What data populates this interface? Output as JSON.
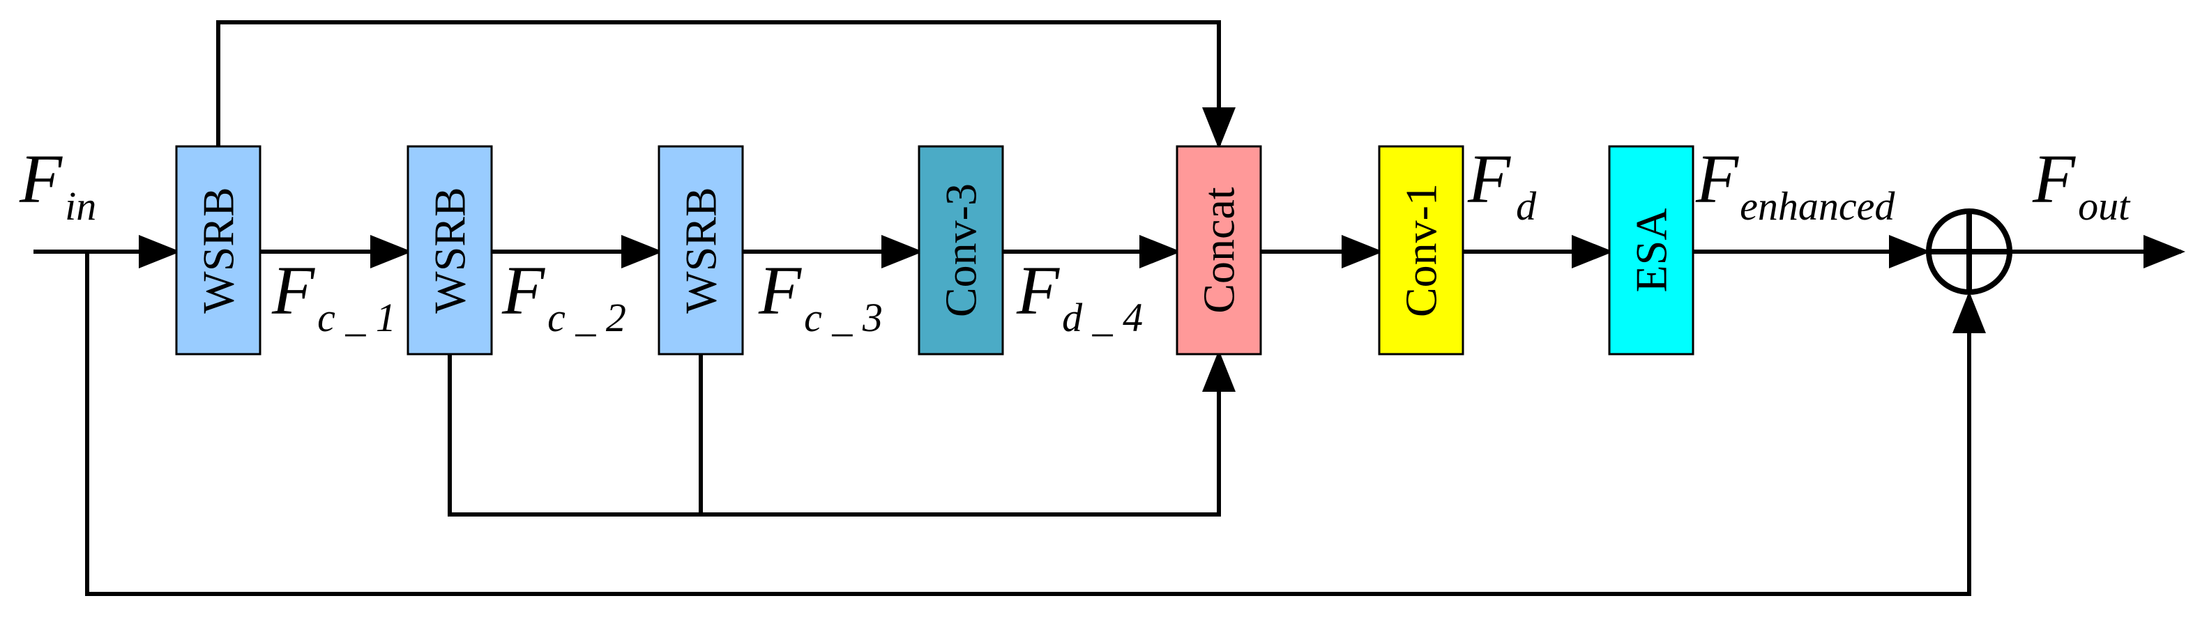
{
  "colors": {
    "wsrb": "#99ccff",
    "conv3": "#4babc6",
    "concat": "#ff9999",
    "conv1": "#ffff00",
    "esa": "#00ffff",
    "line": "#000000"
  },
  "blocks": {
    "wsrb1": "WSRB",
    "wsrb2": "WSRB",
    "wsrb3": "WSRB",
    "conv3": "Conv-3",
    "concat": "Concat",
    "conv1": "Conv-1",
    "esa": "ESA"
  },
  "labels": {
    "f_in": {
      "main": "F",
      "sub": "in"
    },
    "f_c1": {
      "main": "F",
      "sub": "c _ 1"
    },
    "f_c2": {
      "main": "F",
      "sub": "c _ 2"
    },
    "f_c3": {
      "main": "F",
      "sub": "c _ 3"
    },
    "f_d4": {
      "main": "F",
      "sub": "d _ 4"
    },
    "f_d": {
      "main": "F",
      "sub": "d"
    },
    "f_enhanced": {
      "main": "F",
      "sub": "enhanced"
    },
    "f_out": {
      "main": "F",
      "sub": "out"
    }
  }
}
